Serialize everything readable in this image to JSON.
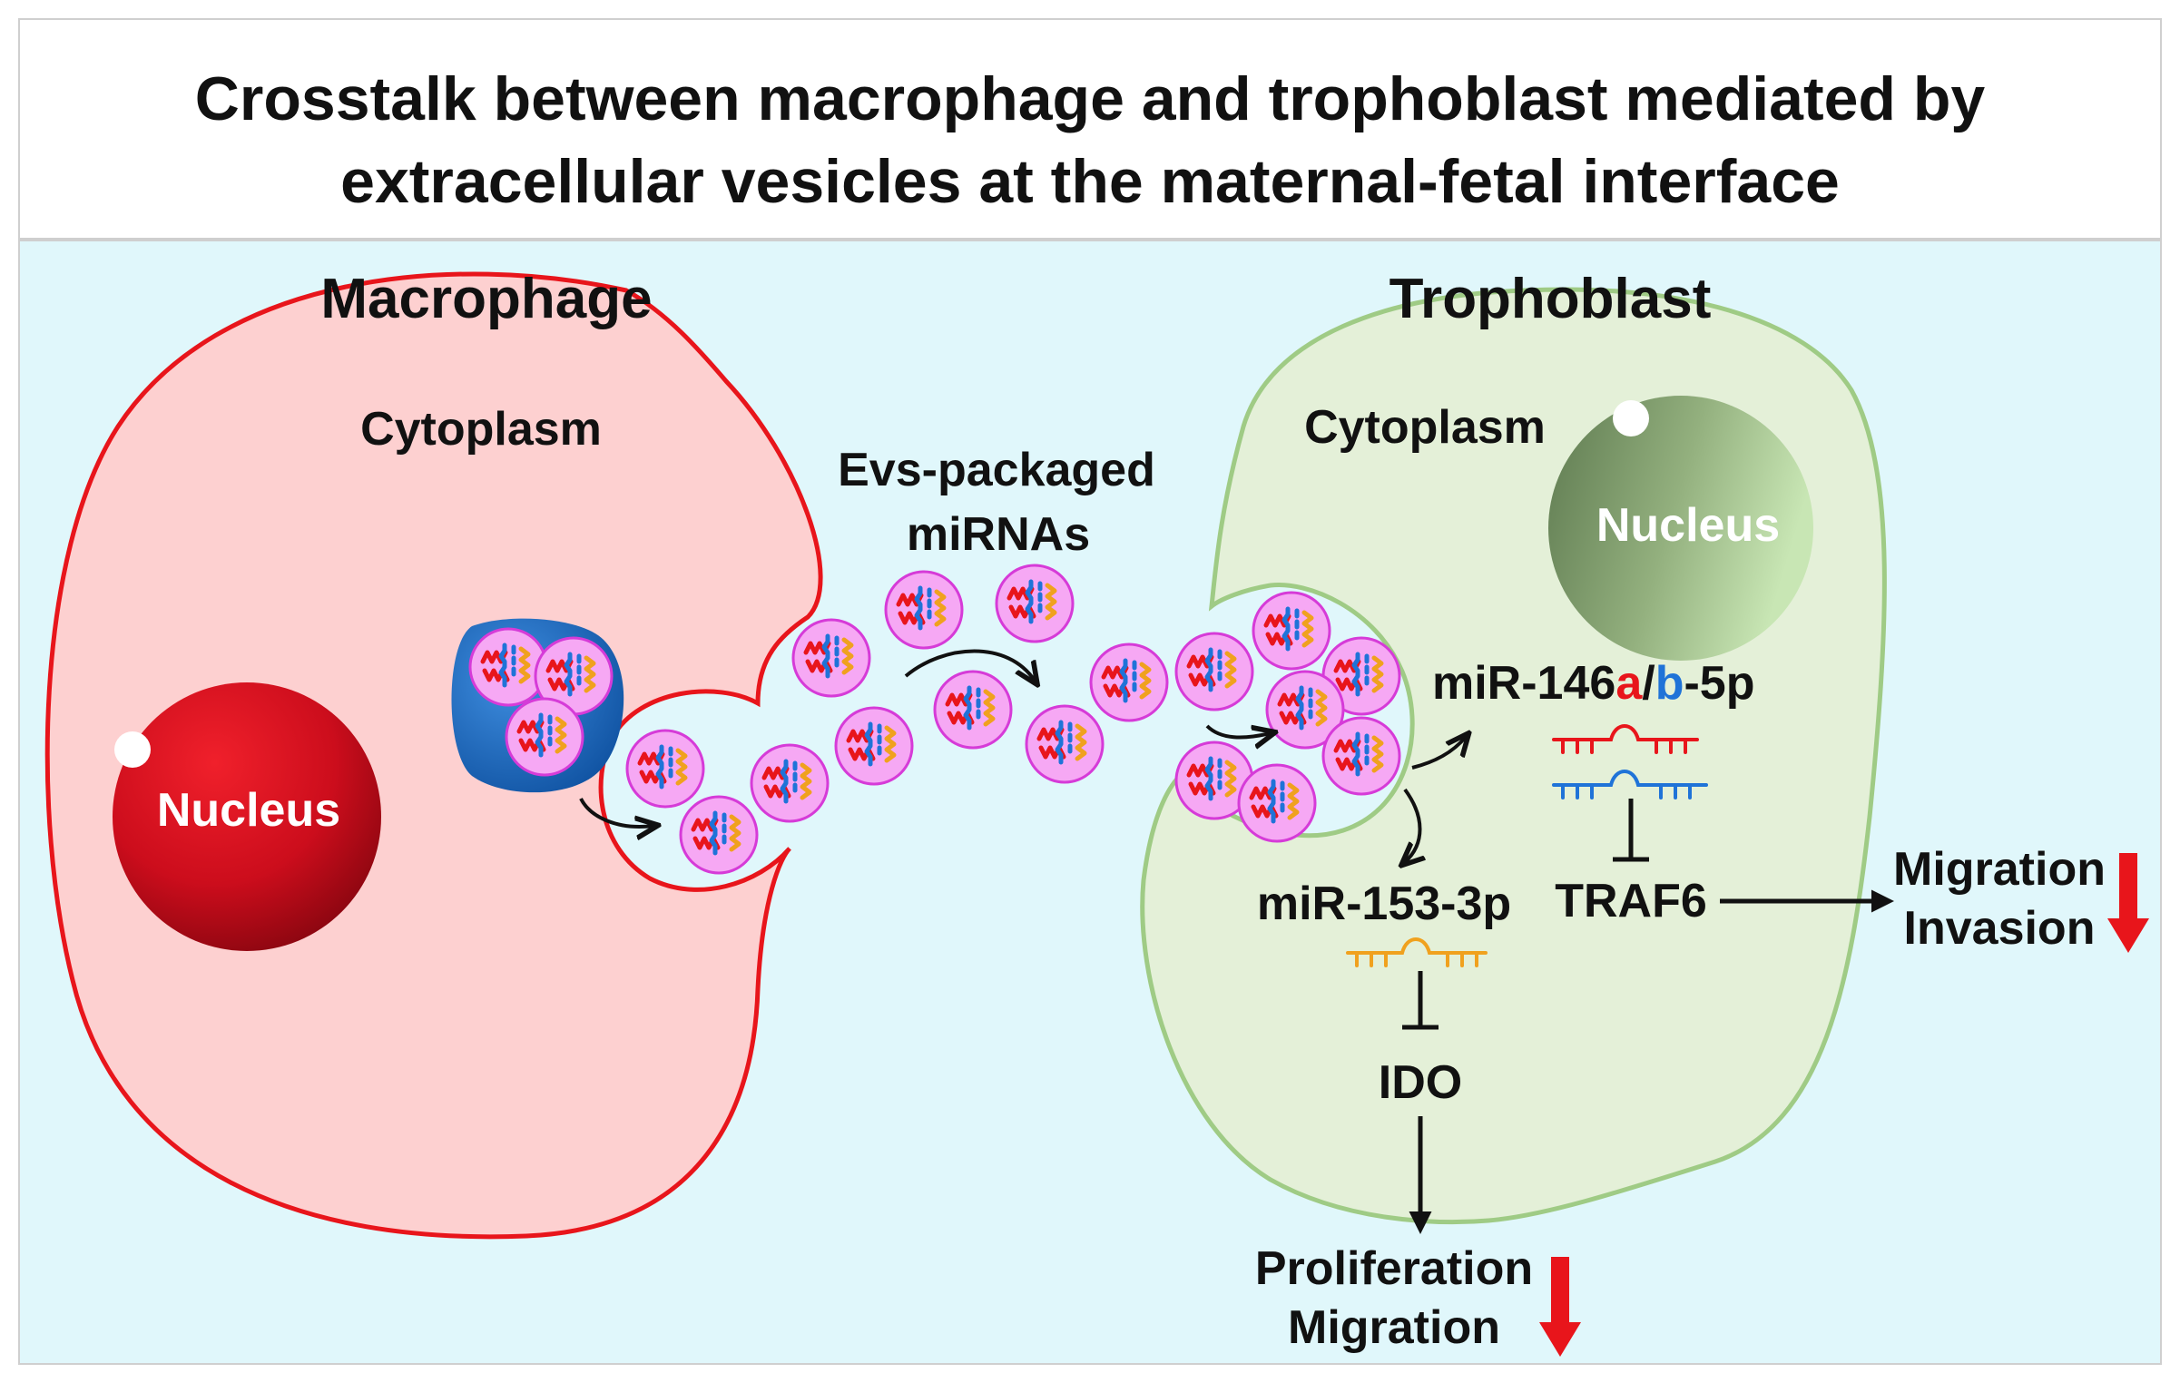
{
  "title": {
    "line1": "Crosstalk between macrophage and trophoblast mediated by",
    "line2": "extracellular vesicles at the maternal-fetal interface"
  },
  "macrophage": {
    "title": "Macrophage",
    "cytoplasm": "Cytoplasm",
    "nucleus": "Nucleus"
  },
  "trophoblast": {
    "title": "Trophoblast",
    "cytoplasm": "Cytoplasm",
    "nucleus": "Nucleus"
  },
  "vesicles": {
    "label_line1": "Evs-packaged",
    "label_line2": "miRNAs"
  },
  "pathway_a": {
    "mirna_prefix": "miR-146",
    "mirna_a": "a",
    "mirna_slash": "/",
    "mirna_b": "b",
    "mirna_suffix": "-5p",
    "target": "TRAF6",
    "outcome_line1": "Migration",
    "outcome_line2": "Invasion"
  },
  "pathway_b": {
    "mirna": "miR-153-3p",
    "target": "IDO",
    "outcome_line1": "Proliferation",
    "outcome_line2": "Migration"
  },
  "colors": {
    "background": "#e0f7fb",
    "macrophage_fill": "#fdd0d0",
    "macrophage_stroke": "#e8151b",
    "trophoblast_fill": "#e4f0d8",
    "trophoblast_stroke": "#9fcb85",
    "vesicle_fill": "#f6a8f4",
    "vesicle_stroke": "#d63bd8",
    "mirna_red": "#e8151b",
    "mirna_blue": "#1f73d8",
    "mirna_orange": "#f0a11e",
    "down_arrow": "#e8151b"
  }
}
